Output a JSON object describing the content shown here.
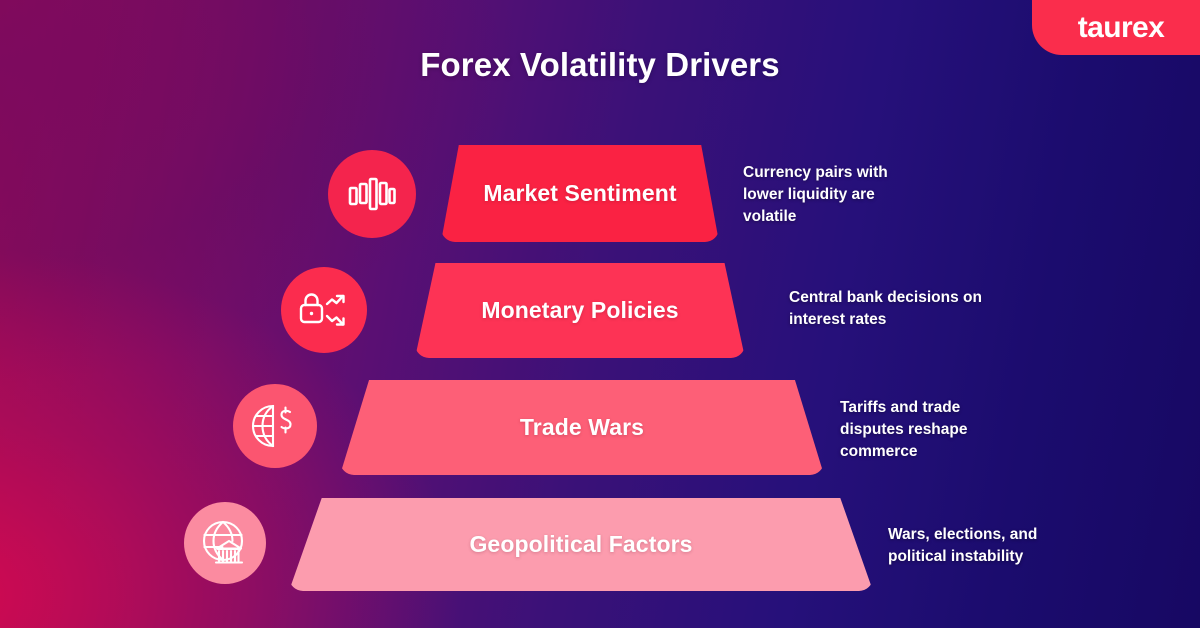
{
  "brand": {
    "logo_text": "taurex",
    "logo_bg": "#fa2d4c"
  },
  "header": {
    "title": "Forex Volatility Drivers"
  },
  "colors": {
    "background_left": "#9c0a56",
    "background_right": "#170863",
    "tier_1": "#fa2243",
    "tier_2": "#fd3355",
    "tier_3": "#fd5f77",
    "tier_4": "#fc9cae",
    "text": "#ffffff"
  },
  "pyramid": {
    "rows": [
      {
        "label": "Market Sentiment",
        "description": "Currency pairs with lower liquidity are volatile",
        "icon": "bar-chart-icon",
        "color": "#fa2243"
      },
      {
        "label": "Monetary Policies",
        "description": "Central bank decisions on interest rates",
        "icon": "lock-trend-icon",
        "color": "#fd3355"
      },
      {
        "label": "Trade Wars",
        "description": "Tariffs and trade disputes reshape commerce",
        "icon": "globe-dollar-icon",
        "color": "#fd5f77"
      },
      {
        "label": "Geopolitical Factors",
        "description": "Wars, elections, and political instability",
        "icon": "globe-bank-icon",
        "color": "#fc9cae"
      }
    ]
  }
}
